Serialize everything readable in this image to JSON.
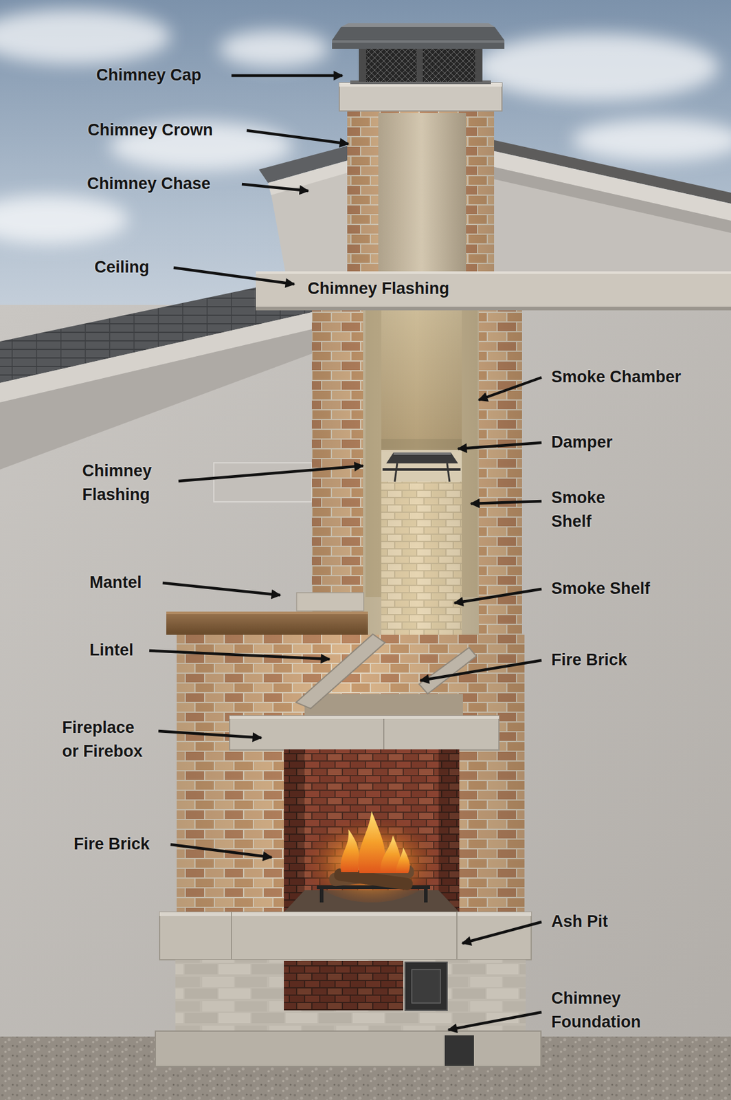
{
  "diagram": {
    "labels": [
      "Chimney Cap",
      "Chimney Crown",
      "Chimney Chase",
      "Ceiling",
      "Chimney Flashing",
      "Smoke Chamber",
      "Damper",
      "Chimney Flashing",
      "Smoke Shelf",
      "Mantel",
      "Smoke Shelf",
      "Lintel",
      "Fire Brick",
      "Fireplace or Firebox",
      "Fire Brick",
      "Ash Pit",
      "Chimney Foundation"
    ]
  }
}
